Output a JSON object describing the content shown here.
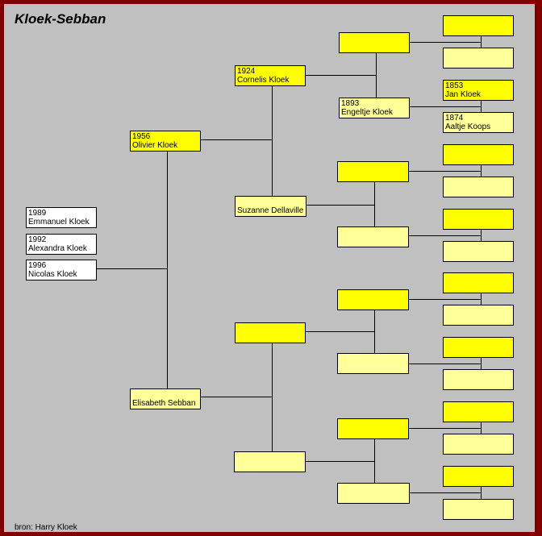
{
  "title": "Kloek-Sebban",
  "source": "bron: Harry Kloek",
  "children": [
    {
      "year": "1989",
      "name": "Emmanuel Kloek"
    },
    {
      "year": "1992",
      "name": "Alexandra Kloek"
    },
    {
      "year": "1996",
      "name": "Nicolas Kloek"
    }
  ],
  "parents": {
    "father": {
      "year": "1956",
      "name": "Olivier Kloek"
    },
    "mother": {
      "year": "",
      "name": "Elisabeth Sebban"
    }
  },
  "grandparents": {
    "ff": {
      "year": "1924",
      "name": "Cornelis Kloek"
    },
    "fm": {
      "year": "",
      "name": "Suzanne Dellaville"
    },
    "mf": {
      "year": "",
      "name": ""
    },
    "mm": {
      "year": "",
      "name": ""
    }
  },
  "great_grandparents": {
    "cornelis_mother": {
      "year": "1893",
      "name": "Engeltje Kloek"
    }
  },
  "gg_grandparents": {
    "engeltje_father": {
      "year": "1853",
      "name": "Jan Kloek"
    },
    "engeltje_mother": {
      "year": "1874",
      "name": "Aaltje Koops"
    }
  },
  "colors": {
    "male": "#ffff00",
    "female": "#ffff99",
    "child": "#ffffff",
    "frame": "#800000",
    "background": "#c0c0c0"
  }
}
